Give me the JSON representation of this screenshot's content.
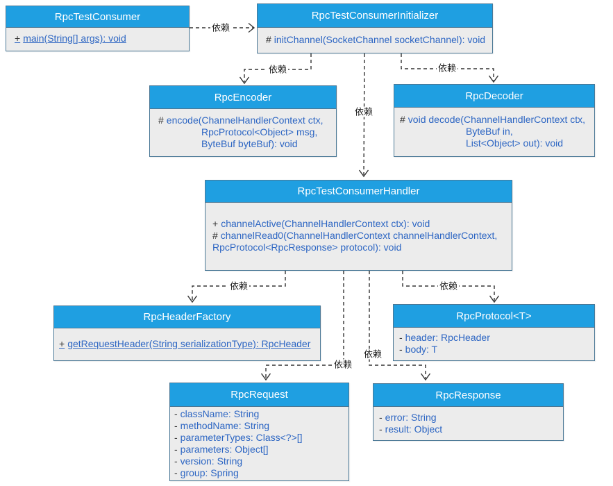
{
  "diagram": {
    "type": "uml-class-diagram",
    "colors": {
      "class_title_bg": "#1F9FE1",
      "class_border": "#4A7896",
      "class_body_bg": "#ECECEC",
      "member_text": "#2D66C3",
      "member_prefix": "#333333",
      "edge_line": "#333333",
      "title_text": "#FFFFFF"
    },
    "classes": [
      {
        "name": "RpcTestConsumer",
        "members": [
          {
            "prefix": "+",
            "text": "main(String[] args): void"
          }
        ]
      },
      {
        "name": "RpcTestConsumerInitializer",
        "members": [
          {
            "prefix": "#",
            "text": "initChannel(SocketChannel socketChannel): void"
          }
        ]
      },
      {
        "name": "RpcEncoder",
        "members": [
          {
            "prefix": "#",
            "text": "encode(ChannelHandlerContext ctx,"
          },
          {
            "prefix": "",
            "text": "RpcProtocol<Object> msg,"
          },
          {
            "prefix": "",
            "text": "ByteBuf byteBuf): void"
          }
        ]
      },
      {
        "name": "RpcDecoder",
        "members": [
          {
            "prefix": "#",
            "text": "void decode(ChannelHandlerContext ctx,"
          },
          {
            "prefix": "",
            "text": "ByteBuf in,"
          },
          {
            "prefix": "",
            "text": "List<Object> out): void"
          }
        ]
      },
      {
        "name": "RpcTestConsumerHandler",
        "members": [
          {
            "prefix": "+",
            "text": "channelActive(ChannelHandlerContext ctx): void"
          },
          {
            "prefix": "#",
            "text": "channelRead0(ChannelHandlerContext channelHandlerContext,"
          },
          {
            "prefix": "",
            "text": "RpcProtocol<RpcResponse> protocol): void"
          }
        ]
      },
      {
        "name": "RpcHeaderFactory",
        "members": [
          {
            "prefix": "+",
            "text": "getRequestHeader(String serializationType): RpcHeader"
          }
        ]
      },
      {
        "name": "RpcProtocol<T>",
        "members": [
          {
            "prefix": "-",
            "text": "header: RpcHeader"
          },
          {
            "prefix": "-",
            "text": "body: T"
          }
        ]
      },
      {
        "name": "RpcRequest",
        "members": [
          {
            "prefix": "-",
            "text": "className: String"
          },
          {
            "prefix": "-",
            "text": "methodName: String"
          },
          {
            "prefix": "-",
            "text": "parameterTypes: Class<?>[]"
          },
          {
            "prefix": "-",
            "text": "parameters: Object[]"
          },
          {
            "prefix": "-",
            "text": "version: String"
          },
          {
            "prefix": "-",
            "text": "group: Spring"
          }
        ]
      },
      {
        "name": "RpcResponse",
        "members": [
          {
            "prefix": "-",
            "text": "error: String"
          },
          {
            "prefix": "-",
            "text": "result: Object"
          }
        ]
      }
    ],
    "connectors": [
      {
        "label": "依赖",
        "from": "RpcTestConsumer",
        "to": "RpcTestConsumerInitializer"
      },
      {
        "label": "依赖",
        "from": "RpcTestConsumerInitializer",
        "to": "RpcEncoder"
      },
      {
        "label": "依赖",
        "from": "RpcTestConsumerInitializer",
        "to": "RpcTestConsumerHandler"
      },
      {
        "label": "依赖",
        "from": "RpcTestConsumerInitializer",
        "to": "RpcDecoder"
      },
      {
        "label": "依赖",
        "from": "RpcTestConsumerHandler",
        "to": "RpcHeaderFactory"
      },
      {
        "label": "依赖",
        "from": "RpcTestConsumerHandler",
        "to": "RpcRequest"
      },
      {
        "label": "依赖",
        "from": "RpcTestConsumerHandler",
        "to": "RpcResponse"
      },
      {
        "label": "依赖",
        "from": "RpcTestConsumerHandler",
        "to": "RpcProtocol<T>"
      }
    ]
  }
}
